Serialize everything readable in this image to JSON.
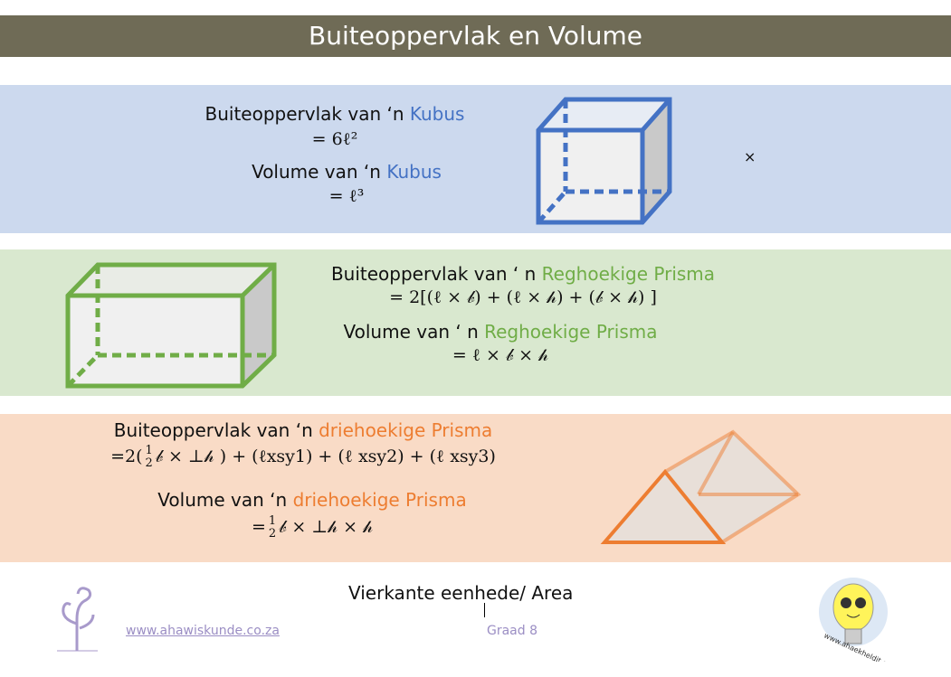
{
  "header": {
    "title": "Buiteoppervlak en Volume"
  },
  "cube": {
    "sa_label": "Buiteoppervlak van ‘n ",
    "shape": "Kubus",
    "sa_formula": "= 6ℓ²",
    "vol_label": "Volume van ‘n ",
    "vol_formula": "= ℓ³",
    "mark": "×"
  },
  "prism": {
    "sa_label": "Buiteoppervlak van ‘ n ",
    "shape": "Reghoekige Prisma",
    "sa_formula": "= 2[(ℓ × 𝒷) + (ℓ × 𝒽) + (𝒷 × 𝒽) ]",
    "vol_label": "Volume van ‘ n ",
    "vol_formula": "= ℓ × 𝒷  × 𝒽"
  },
  "tri": {
    "sa_label": "Buiteoppervlak van ‘n ",
    "shape": "driehoekige Prisma",
    "sa_pre": "=2(",
    "half_num": "1",
    "half_den": "2",
    "sa_formula": "𝒷 × ⊥𝒽 ) + (ℓxsy1) + (ℓ xsy2) + (ℓ xsy3)",
    "vol_label": "Volume van ‘n ",
    "vol_pre": "=",
    "vol_formula": "𝒷 × ⊥𝒽 × 𝒽"
  },
  "footer": {
    "units": "Vierkante eenhede/ Area",
    "website": "www.ahawiskunde.co.za",
    "grade": "Graad 8",
    "logo_text": "www.ahaekheldit.co.za"
  },
  "colors": {
    "header": "#6f6b56",
    "blue": "#4472c4",
    "green": "#70ad47",
    "orange": "#ed7d31"
  }
}
